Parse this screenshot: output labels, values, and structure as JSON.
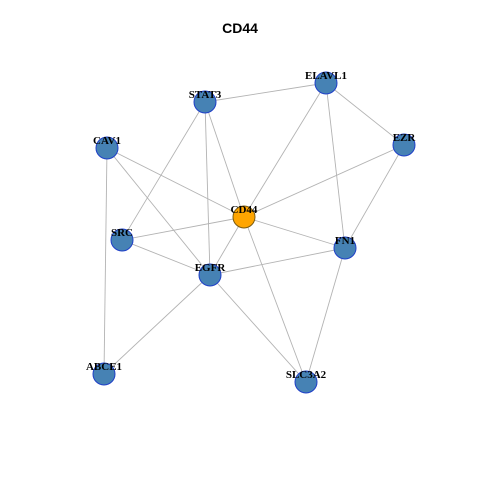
{
  "title": "CD44",
  "colors": {
    "edge": "#b3b3b3",
    "node_fill": "#4682b4",
    "node_stroke": "#1f3fc8",
    "hub_fill": "#ffa500",
    "hub_stroke": "#7a5a10"
  },
  "nodes": [
    {
      "id": "ELAVL1",
      "label": "ELAVL1",
      "hub": false
    },
    {
      "id": "STAT3",
      "label": "STAT3",
      "hub": false
    },
    {
      "id": "CAV1",
      "label": "CAV1",
      "hub": false
    },
    {
      "id": "EZR",
      "label": "EZR",
      "hub": false
    },
    {
      "id": "CD44",
      "label": "CD44",
      "hub": true
    },
    {
      "id": "SRC",
      "label": "SRC",
      "hub": false
    },
    {
      "id": "FN1",
      "label": "FN1",
      "hub": false
    },
    {
      "id": "EGFR",
      "label": "EGFR",
      "hub": false
    },
    {
      "id": "ABCE1",
      "label": "ABCE1",
      "hub": false
    },
    {
      "id": "SLC3A2",
      "label": "SLC3A2",
      "hub": false
    }
  ],
  "edges": [
    [
      "STAT3",
      "ELAVL1"
    ],
    [
      "ELAVL1",
      "EZR"
    ],
    [
      "ELAVL1",
      "CD44"
    ],
    [
      "ELAVL1",
      "FN1"
    ],
    [
      "STAT3",
      "CD44"
    ],
    [
      "STAT3",
      "SRC"
    ],
    [
      "STAT3",
      "EGFR"
    ],
    [
      "CAV1",
      "CD44"
    ],
    [
      "CAV1",
      "EGFR"
    ],
    [
      "CAV1",
      "ABCE1"
    ],
    [
      "EZR",
      "CD44"
    ],
    [
      "EZR",
      "FN1"
    ],
    [
      "CD44",
      "SRC"
    ],
    [
      "CD44",
      "EGFR"
    ],
    [
      "CD44",
      "FN1"
    ],
    [
      "CD44",
      "SLC3A2"
    ],
    [
      "SRC",
      "EGFR"
    ],
    [
      "EGFR",
      "FN1"
    ],
    [
      "EGFR",
      "ABCE1"
    ],
    [
      "EGFR",
      "SLC3A2"
    ],
    [
      "FN1",
      "SLC3A2"
    ]
  ]
}
